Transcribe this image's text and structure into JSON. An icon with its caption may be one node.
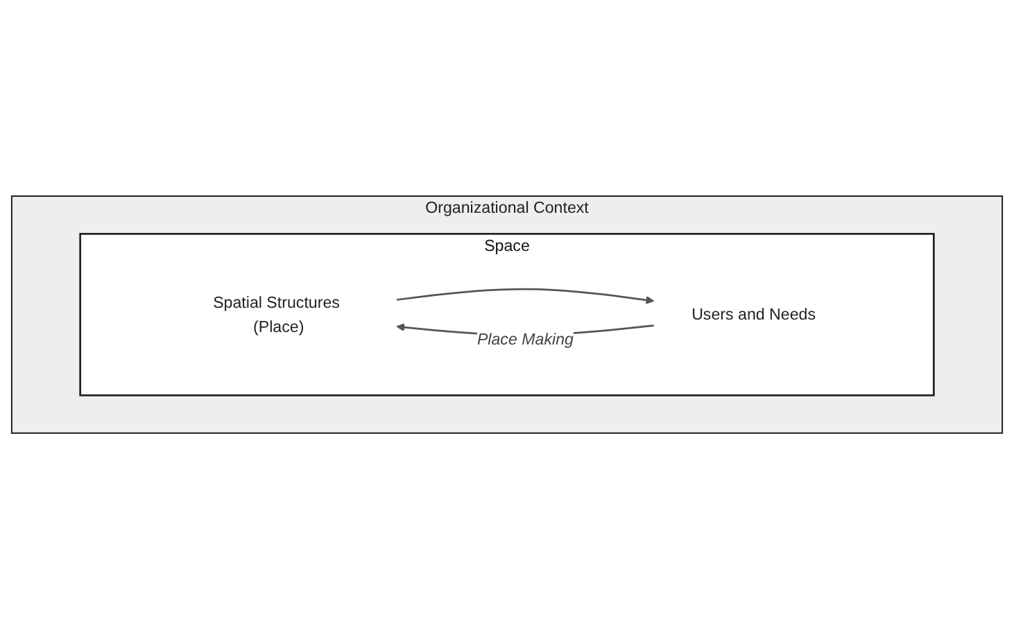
{
  "diagram": {
    "nodes": [
      {
        "text": [
          "Organizational Context"
        ]
      },
      {
        "text": [
          "Space"
        ],
        "in": 0
      },
      {
        "text": [
          "Spatial Structures (Place)"
        ],
        "in": 1
      },
      {
        "text": [
          "Users and Needs"
        ],
        "in": 1
      }
    ],
    "edges": [
      {
        "from": 2,
        "to": 3,
        "arrow": "to"
      },
      {
        "from": 3,
        "to": 2,
        "arrow": "to",
        "label": "Place Making"
      }
    ]
  }
}
